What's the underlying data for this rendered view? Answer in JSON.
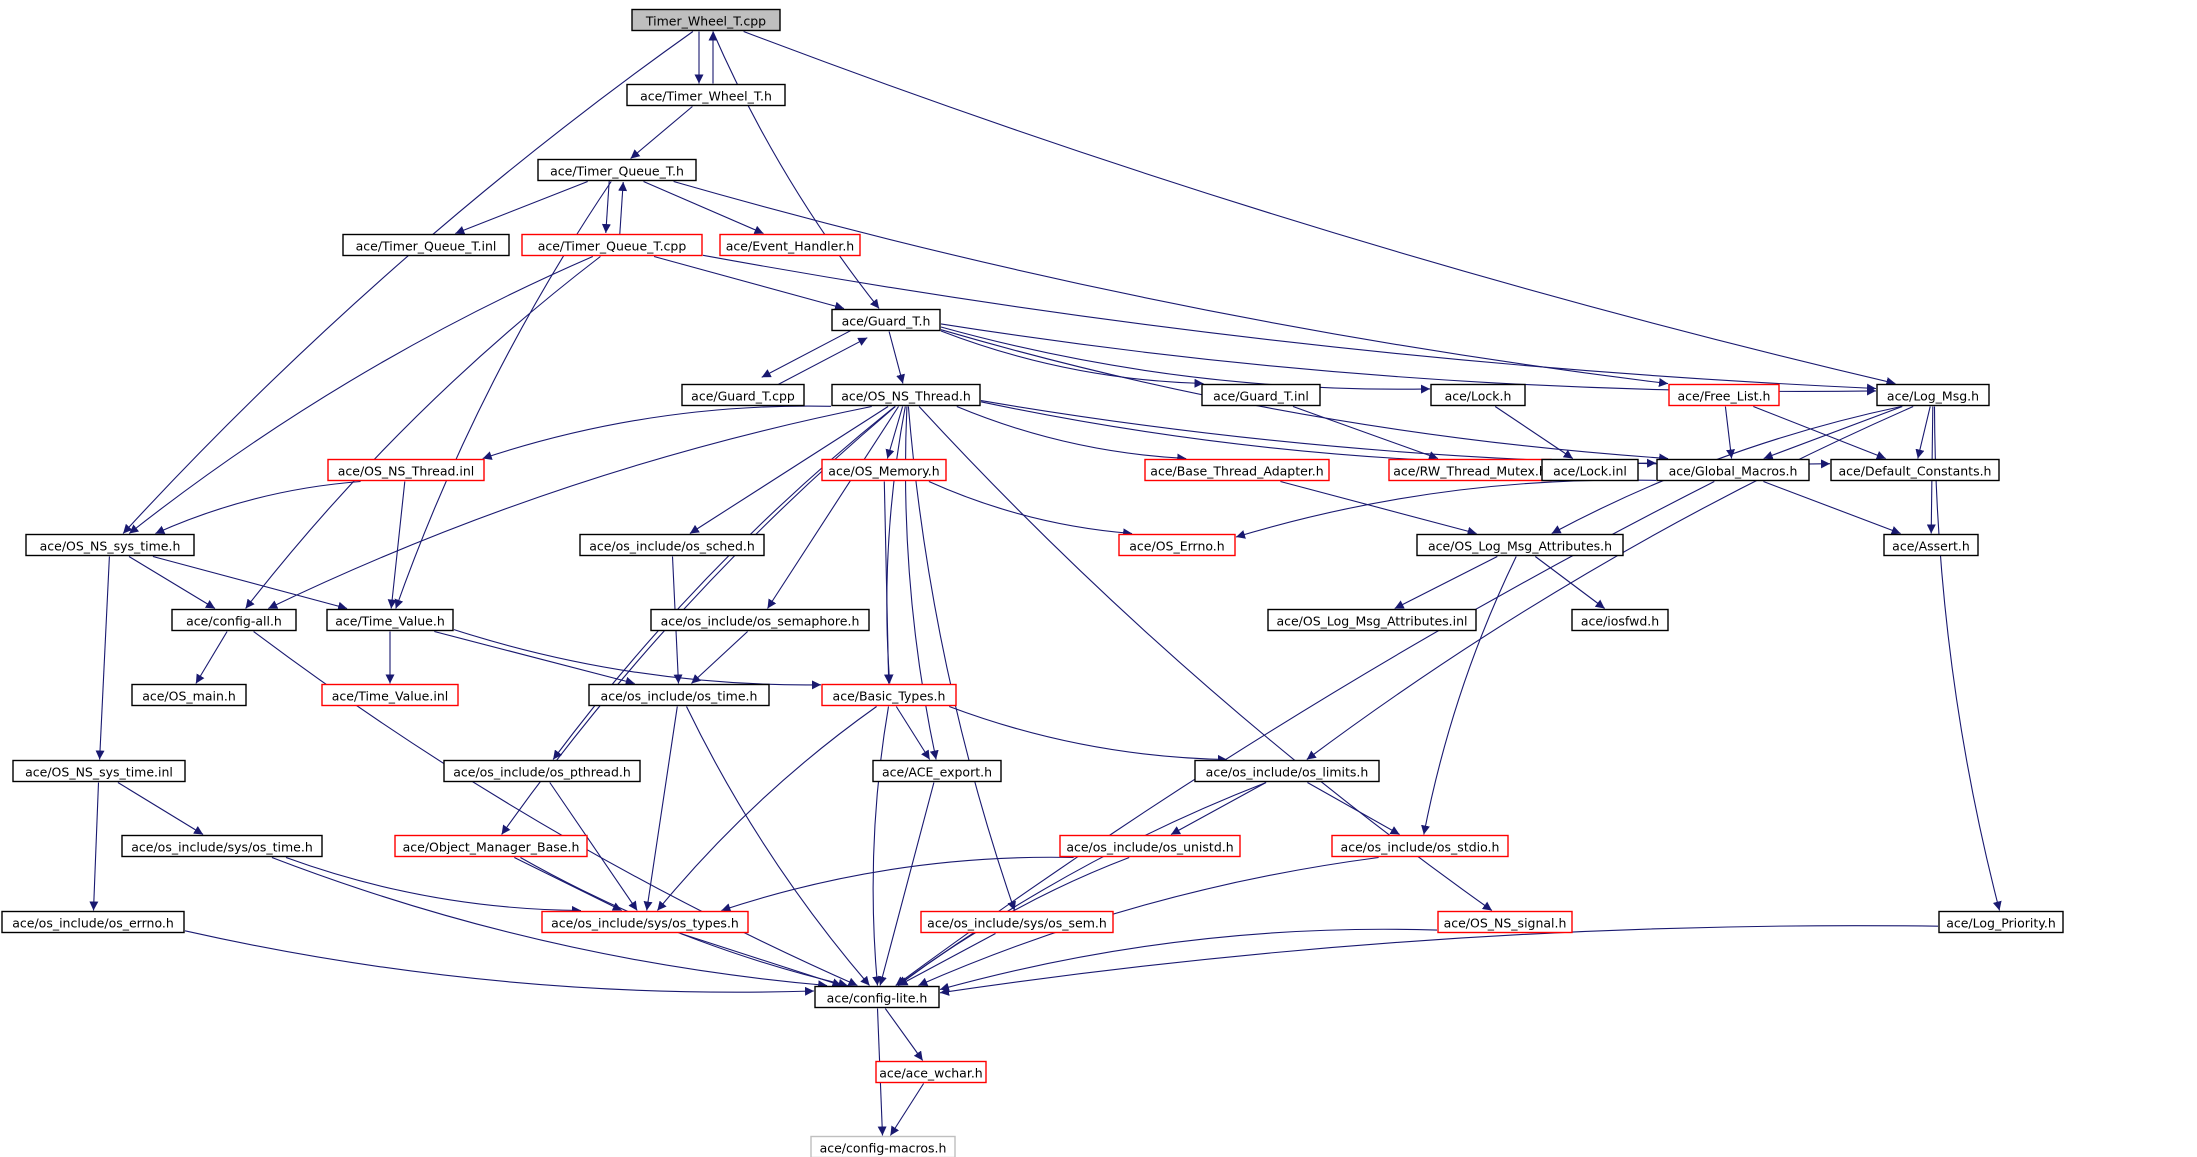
{
  "diagram": {
    "colors": {
      "edge": "#191970",
      "normal_border": "#000000",
      "missing_border": "#ff0000",
      "external_border": "#bfbfbf",
      "root_fill": "#bfbfbf",
      "text": "#000000"
    },
    "nodes": [
      {
        "id": "timer_wheel_cpp",
        "label": "Timer_Wheel_T.cpp",
        "style": "root"
      },
      {
        "id": "timer_wheel_h",
        "label": "ace/Timer_Wheel_T.h",
        "style": "normal"
      },
      {
        "id": "timer_queue_h",
        "label": "ace/Timer_Queue_T.h",
        "style": "normal"
      },
      {
        "id": "timer_queue_inl",
        "label": "ace/Timer_Queue_T.inl",
        "style": "normal"
      },
      {
        "id": "timer_queue_cpp",
        "label": "ace/Timer_Queue_T.cpp",
        "style": "missing"
      },
      {
        "id": "event_handler",
        "label": "ace/Event_Handler.h",
        "style": "missing"
      },
      {
        "id": "guard_h",
        "label": "ace/Guard_T.h",
        "style": "normal"
      },
      {
        "id": "guard_cpp",
        "label": "ace/Guard_T.cpp",
        "style": "normal"
      },
      {
        "id": "os_ns_thread_h",
        "label": "ace/OS_NS_Thread.h",
        "style": "normal"
      },
      {
        "id": "guard_inl",
        "label": "ace/Guard_T.inl",
        "style": "normal"
      },
      {
        "id": "lock_h",
        "label": "ace/Lock.h",
        "style": "normal"
      },
      {
        "id": "free_list",
        "label": "ace/Free_List.h",
        "style": "missing"
      },
      {
        "id": "log_msg",
        "label": "ace/Log_Msg.h",
        "style": "normal"
      },
      {
        "id": "os_ns_thread_inl",
        "label": "ace/OS_NS_Thread.inl",
        "style": "missing"
      },
      {
        "id": "os_memory",
        "label": "ace/OS_Memory.h",
        "style": "missing"
      },
      {
        "id": "base_thread_adapter",
        "label": "ace/Base_Thread_Adapter.h",
        "style": "missing"
      },
      {
        "id": "rw_thread_mutex",
        "label": "ace/RW_Thread_Mutex.h",
        "style": "missing"
      },
      {
        "id": "lock_inl",
        "label": "ace/Lock.inl",
        "style": "normal"
      },
      {
        "id": "global_macros",
        "label": "ace/Global_Macros.h",
        "style": "normal"
      },
      {
        "id": "default_constants",
        "label": "ace/Default_Constants.h",
        "style": "normal"
      },
      {
        "id": "os_ns_sys_time_h",
        "label": "ace/OS_NS_sys_time.h",
        "style": "normal"
      },
      {
        "id": "os_sched",
        "label": "ace/os_include/os_sched.h",
        "style": "normal"
      },
      {
        "id": "os_errno",
        "label": "ace/OS_Errno.h",
        "style": "missing"
      },
      {
        "id": "os_log_msg_attr_h",
        "label": "ace/OS_Log_Msg_Attributes.h",
        "style": "normal"
      },
      {
        "id": "assert_h",
        "label": "ace/Assert.h",
        "style": "normal"
      },
      {
        "id": "config_all",
        "label": "ace/config-all.h",
        "style": "normal"
      },
      {
        "id": "time_value_h",
        "label": "ace/Time_Value.h",
        "style": "normal"
      },
      {
        "id": "os_semaphore",
        "label": "ace/os_include/os_semaphore.h",
        "style": "normal"
      },
      {
        "id": "os_log_msg_attr_inl",
        "label": "ace/OS_Log_Msg_Attributes.inl",
        "style": "normal"
      },
      {
        "id": "iosfwd",
        "label": "ace/iosfwd.h",
        "style": "normal"
      },
      {
        "id": "os_main",
        "label": "ace/OS_main.h",
        "style": "normal"
      },
      {
        "id": "time_value_inl",
        "label": "ace/Time_Value.inl",
        "style": "missing"
      },
      {
        "id": "os_time",
        "label": "ace/os_include/os_time.h",
        "style": "normal"
      },
      {
        "id": "basic_types",
        "label": "ace/Basic_Types.h",
        "style": "missing"
      },
      {
        "id": "os_ns_sys_time_inl",
        "label": "ace/OS_NS_sys_time.inl",
        "style": "normal"
      },
      {
        "id": "os_pthread",
        "label": "ace/os_include/os_pthread.h",
        "style": "normal"
      },
      {
        "id": "ace_export",
        "label": "ace/ACE_export.h",
        "style": "normal"
      },
      {
        "id": "os_limits",
        "label": "ace/os_include/os_limits.h",
        "style": "normal"
      },
      {
        "id": "sys_os_time",
        "label": "ace/os_include/sys/os_time.h",
        "style": "normal"
      },
      {
        "id": "object_manager_base",
        "label": "ace/Object_Manager_Base.h",
        "style": "missing"
      },
      {
        "id": "os_unistd",
        "label": "ace/os_include/os_unistd.h",
        "style": "missing"
      },
      {
        "id": "os_stdio",
        "label": "ace/os_include/os_stdio.h",
        "style": "missing"
      },
      {
        "id": "os_include_errno",
        "label": "ace/os_include/os_errno.h",
        "style": "normal"
      },
      {
        "id": "sys_os_types",
        "label": "ace/os_include/sys/os_types.h",
        "style": "missing"
      },
      {
        "id": "sys_os_sem",
        "label": "ace/os_include/sys/os_sem.h",
        "style": "missing"
      },
      {
        "id": "os_ns_signal",
        "label": "ace/OS_NS_signal.h",
        "style": "missing"
      },
      {
        "id": "log_priority",
        "label": "ace/Log_Priority.h",
        "style": "normal"
      },
      {
        "id": "config_lite",
        "label": "ace/config-lite.h",
        "style": "normal"
      },
      {
        "id": "ace_wchar",
        "label": "ace/ace_wchar.h",
        "style": "missing"
      },
      {
        "id": "config_macros",
        "label": "ace/config-macros.h",
        "style": "external"
      }
    ],
    "edges": [
      [
        "timer_wheel_cpp",
        "timer_wheel_h"
      ],
      [
        "timer_wheel_h",
        "timer_wheel_cpp"
      ],
      [
        "timer_wheel_cpp",
        "os_ns_sys_time_h"
      ],
      [
        "timer_wheel_cpp",
        "guard_h"
      ],
      [
        "timer_wheel_cpp",
        "log_msg"
      ],
      [
        "timer_wheel_h",
        "timer_queue_h"
      ],
      [
        "timer_queue_h",
        "timer_queue_inl"
      ],
      [
        "timer_queue_h",
        "timer_queue_cpp"
      ],
      [
        "timer_queue_cpp",
        "timer_queue_h"
      ],
      [
        "timer_queue_h",
        "event_handler"
      ],
      [
        "timer_queue_h",
        "time_value_h"
      ],
      [
        "timer_queue_h",
        "free_list"
      ],
      [
        "timer_queue_cpp",
        "guard_h"
      ],
      [
        "timer_queue_cpp",
        "os_ns_sys_time_h"
      ],
      [
        "timer_queue_cpp",
        "config_all"
      ],
      [
        "timer_queue_cpp",
        "log_msg"
      ],
      [
        "guard_h",
        "guard_cpp"
      ],
      [
        "guard_cpp",
        "guard_h"
      ],
      [
        "guard_h",
        "os_ns_thread_h"
      ],
      [
        "guard_h",
        "guard_inl"
      ],
      [
        "guard_h",
        "lock_h"
      ],
      [
        "guard_h",
        "global_macros"
      ],
      [
        "guard_h",
        "log_msg"
      ],
      [
        "guard_inl",
        "rw_thread_mutex"
      ],
      [
        "lock_h",
        "lock_inl"
      ],
      [
        "free_list",
        "global_macros"
      ],
      [
        "free_list",
        "default_constants"
      ],
      [
        "log_msg",
        "global_macros"
      ],
      [
        "log_msg",
        "default_constants"
      ],
      [
        "log_msg",
        "os_log_msg_attr_h"
      ],
      [
        "log_msg",
        "assert_h"
      ],
      [
        "log_msg",
        "os_limits"
      ],
      [
        "log_msg",
        "log_priority"
      ],
      [
        "os_ns_thread_h",
        "os_ns_thread_inl"
      ],
      [
        "os_ns_thread_h",
        "config_all"
      ],
      [
        "os_ns_thread_h",
        "os_memory"
      ],
      [
        "os_ns_thread_h",
        "base_thread_adapter"
      ],
      [
        "os_ns_thread_h",
        "global_macros"
      ],
      [
        "os_ns_thread_h",
        "default_constants"
      ],
      [
        "os_ns_thread_h",
        "os_sched"
      ],
      [
        "os_ns_thread_h",
        "os_semaphore"
      ],
      [
        "os_ns_thread_h",
        "basic_types"
      ],
      [
        "os_ns_thread_h",
        "ace_export"
      ],
      [
        "os_ns_thread_h",
        "object_manager_base"
      ],
      [
        "os_ns_thread_h",
        "os_pthread"
      ],
      [
        "os_ns_thread_h",
        "sys_os_sem"
      ],
      [
        "os_ns_thread_h",
        "os_ns_signal"
      ],
      [
        "os_ns_thread_inl",
        "os_ns_sys_time_h"
      ],
      [
        "os_ns_thread_inl",
        "time_value_h"
      ],
      [
        "os_memory",
        "os_errno"
      ],
      [
        "os_memory",
        "basic_types"
      ],
      [
        "base_thread_adapter",
        "os_log_msg_attr_h"
      ],
      [
        "global_macros",
        "os_errno"
      ],
      [
        "global_macros",
        "assert_h"
      ],
      [
        "global_macros",
        "config_lite"
      ],
      [
        "os_log_msg_attr_h",
        "os_log_msg_attr_inl"
      ],
      [
        "os_log_msg_attr_h",
        "iosfwd"
      ],
      [
        "os_log_msg_attr_h",
        "os_stdio"
      ],
      [
        "os_ns_sys_time_h",
        "config_all"
      ],
      [
        "os_ns_sys_time_h",
        "time_value_h"
      ],
      [
        "os_ns_sys_time_h",
        "os_ns_sys_time_inl"
      ],
      [
        "os_sched",
        "os_time"
      ],
      [
        "os_semaphore",
        "os_time"
      ],
      [
        "config_all",
        "os_main"
      ],
      [
        "config_all",
        "config_lite"
      ],
      [
        "time_value_h",
        "time_value_inl"
      ],
      [
        "time_value_h",
        "os_time"
      ],
      [
        "time_value_h",
        "basic_types"
      ],
      [
        "os_time",
        "sys_os_types"
      ],
      [
        "os_time",
        "config_lite"
      ],
      [
        "basic_types",
        "ace_export"
      ],
      [
        "basic_types",
        "os_limits"
      ],
      [
        "basic_types",
        "sys_os_types"
      ],
      [
        "basic_types",
        "config_lite"
      ],
      [
        "os_ns_sys_time_inl",
        "sys_os_time"
      ],
      [
        "os_ns_sys_time_inl",
        "os_include_errno"
      ],
      [
        "os_pthread",
        "sys_os_types"
      ],
      [
        "ace_export",
        "config_lite"
      ],
      [
        "os_limits",
        "os_unistd"
      ],
      [
        "os_limits",
        "os_stdio"
      ],
      [
        "os_limits",
        "config_lite"
      ],
      [
        "sys_os_time",
        "sys_os_types"
      ],
      [
        "sys_os_time",
        "config_lite"
      ],
      [
        "object_manager_base",
        "sys_os_types"
      ],
      [
        "object_manager_base",
        "config_lite"
      ],
      [
        "os_unistd",
        "sys_os_types"
      ],
      [
        "os_unistd",
        "config_lite"
      ],
      [
        "os_stdio",
        "config_lite"
      ],
      [
        "os_include_errno",
        "config_lite"
      ],
      [
        "sys_os_types",
        "config_lite"
      ],
      [
        "sys_os_sem",
        "config_lite"
      ],
      [
        "os_ns_signal",
        "config_lite"
      ],
      [
        "log_priority",
        "config_lite"
      ],
      [
        "config_lite",
        "ace_wchar"
      ],
      [
        "config_lite",
        "config_macros"
      ],
      [
        "ace_wchar",
        "config_macros"
      ]
    ]
  }
}
